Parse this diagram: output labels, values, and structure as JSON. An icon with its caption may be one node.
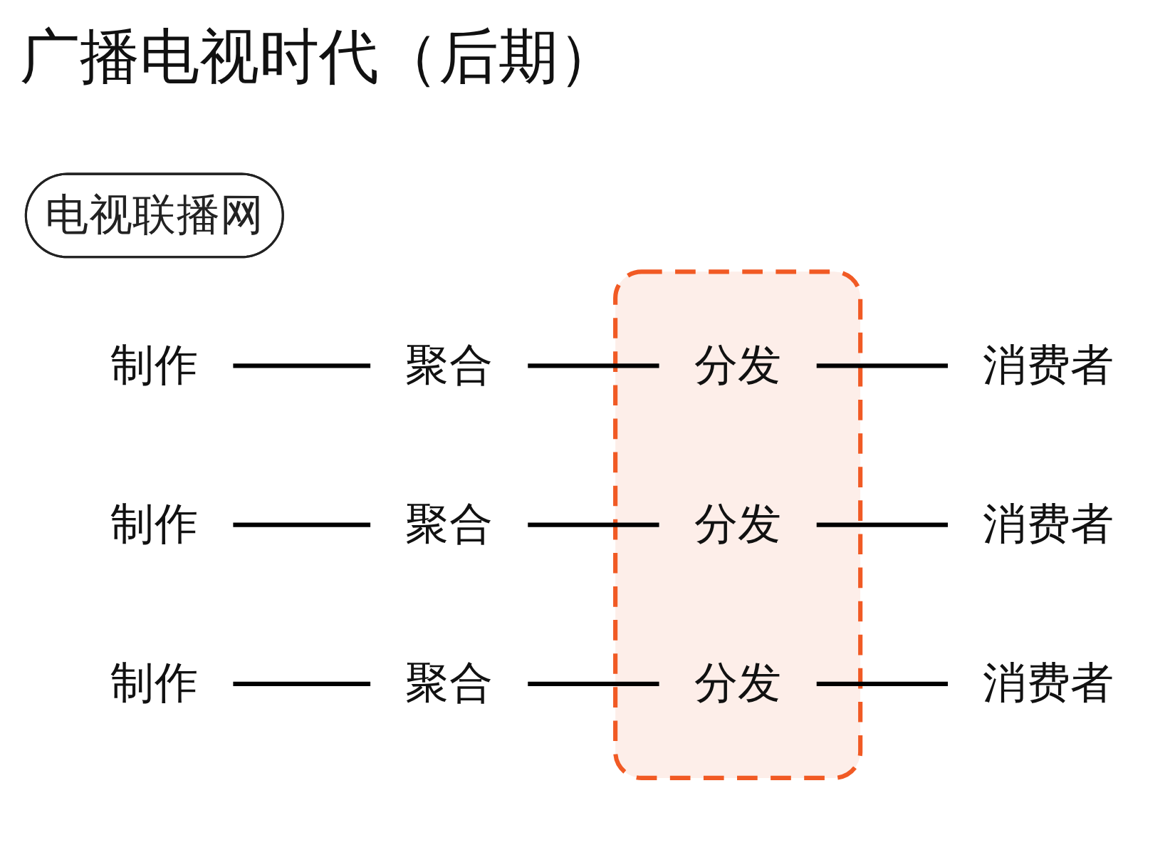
{
  "diagram": {
    "title": "广播电视时代（后期）",
    "nodes": [
      {
        "text": [
          "电视联播网"
        ]
      },
      {
        "text": [],
        "shape": "box"
      },
      {
        "text": [
          "制作"
        ]
      },
      {
        "text": [
          "聚合"
        ]
      },
      {
        "text": [
          "分发"
        ],
        "in": 1
      },
      {
        "text": [
          "消费者"
        ]
      },
      {
        "text": [
          "制作"
        ]
      },
      {
        "text": [
          "聚合"
        ]
      },
      {
        "text": [
          "分发"
        ],
        "in": 1
      },
      {
        "text": [
          "消费者"
        ]
      },
      {
        "text": [
          "制作"
        ]
      },
      {
        "text": [
          "聚合"
        ]
      },
      {
        "text": [
          "分发"
        ],
        "in": 1
      },
      {
        "text": [
          "消费者"
        ]
      }
    ],
    "edges": [
      {
        "from": 2,
        "to": 3,
        "arrow": "none"
      },
      {
        "from": 3,
        "to": 4,
        "arrow": "none"
      },
      {
        "from": 4,
        "to": 5,
        "arrow": "none"
      },
      {
        "from": 6,
        "to": 7,
        "arrow": "none"
      },
      {
        "from": 7,
        "to": 8,
        "arrow": "none"
      },
      {
        "from": 8,
        "to": 9,
        "arrow": "none"
      },
      {
        "from": 10,
        "to": 11,
        "arrow": "none"
      },
      {
        "from": 11,
        "to": 12,
        "arrow": "none"
      },
      {
        "from": 12,
        "to": 13,
        "arrow": "none"
      }
    ]
  }
}
